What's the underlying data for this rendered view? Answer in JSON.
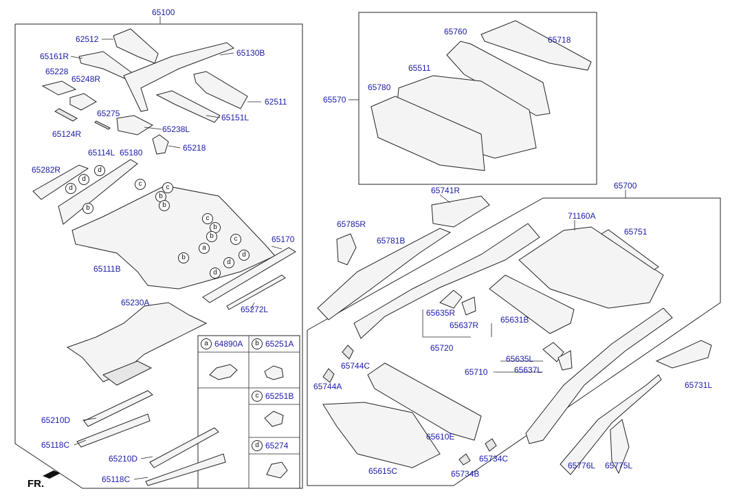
{
  "labels": {
    "l65100": "65100",
    "l62512": "62512",
    "l65161R": "65161R",
    "l65130B": "65130B",
    "l65228": "65228",
    "l65248R": "65248R",
    "l62511": "62511",
    "l65275": "65275",
    "l65151L": "65151L",
    "l65124R": "65124R",
    "l65238L": "65238L",
    "l65218": "65218",
    "l65114L": "65114L",
    "l65180": "65180",
    "l65282R": "65282R",
    "l65170": "65170",
    "l65111B": "65111B",
    "l65272L": "65272L",
    "l65230A": "65230A",
    "l65210D_1": "65210D",
    "l65118C_1": "65118C",
    "l65210D_2": "65210D",
    "l65118C_2": "65118C",
    "l65760": "65760",
    "l65718": "65718",
    "l65511": "65511",
    "l65780": "65780",
    "l65570": "65570",
    "l65741R": "65741R",
    "l65700": "65700",
    "l65785R": "65785R",
    "l65781B": "65781B",
    "l71160A": "71160A",
    "l65751": "65751",
    "l65635R": "65635R",
    "l65637R": "65637R",
    "l65631B": "65631B",
    "l65720": "65720",
    "l65744C": "65744C",
    "l65744A": "65744A",
    "l65635L": "65635L",
    "l65710": "65710",
    "l65637L": "65637L",
    "l65731L": "65731L",
    "l65610E": "65610E",
    "l65615C": "65615C",
    "l65734C": "65734C",
    "l65734B": "65734B",
    "l65776L": "65776L",
    "l65775L": "65775L"
  },
  "callouts": [
    "a",
    "b",
    "c",
    "d"
  ],
  "legend": [
    {
      "letter": "a",
      "part": "64890A"
    },
    {
      "letter": "b",
      "part": "65251A"
    },
    {
      "letter": "c",
      "part": "65251B"
    },
    {
      "letter": "d",
      "part": "65274"
    }
  ],
  "fr_label": "FR."
}
